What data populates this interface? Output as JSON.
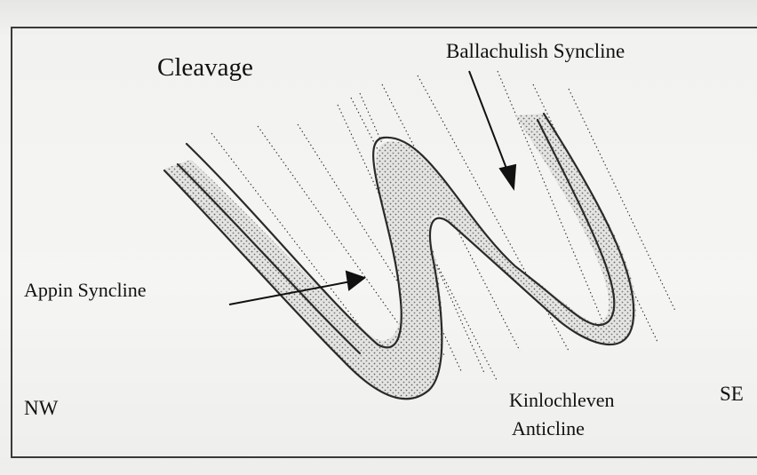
{
  "labels": {
    "cleavage": "Cleavage",
    "ballachulish_syncline": "Ballachulish  Syncline",
    "appin_syncline": "Appin Syncline",
    "nw": "NW",
    "se": "SE",
    "kinlochleven_line1": "Kinlochleven",
    "kinlochleven_line2": "Anticline"
  },
  "colors": {
    "ink": "#111111",
    "bed_fill": "#c9c9c7",
    "paper": "#f5f5f3"
  }
}
